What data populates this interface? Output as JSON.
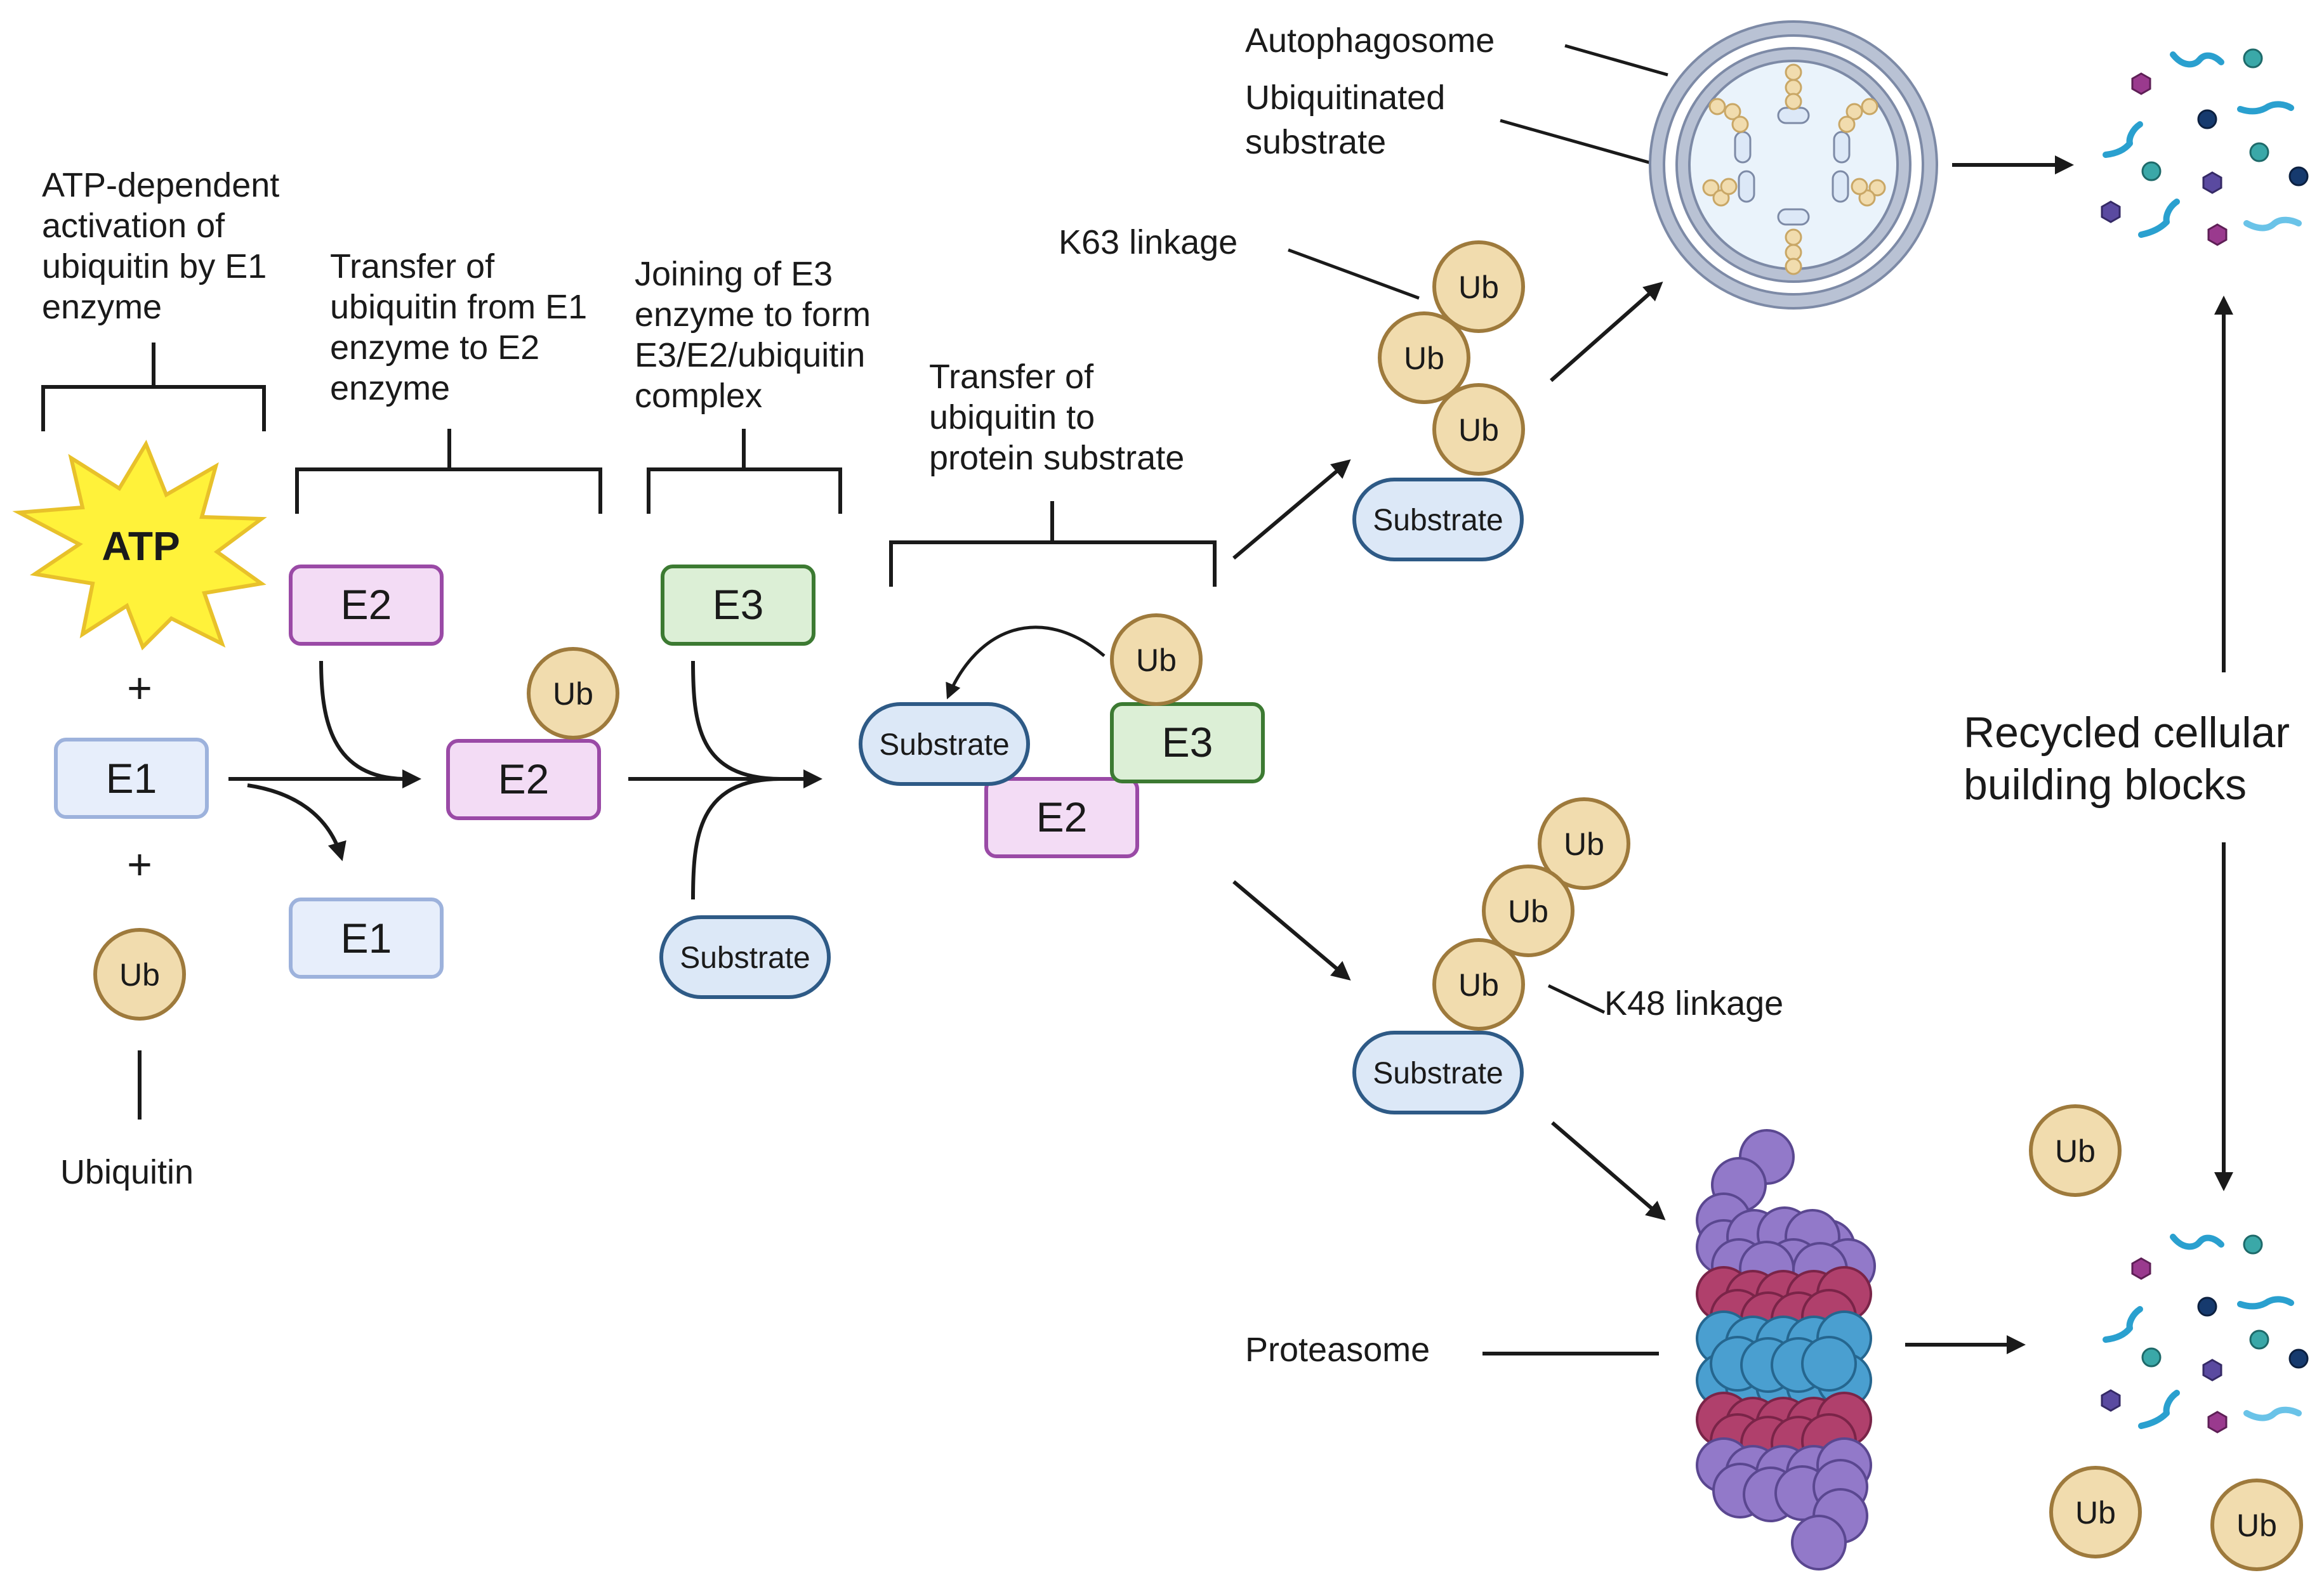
{
  "captions": {
    "atp_activation": [
      "ATP-dependent",
      "activation of",
      "ubiquitin by E1",
      "enzyme"
    ],
    "transfer_e1_e2": [
      "Transfer of",
      "ubiquitin from E1",
      "enzyme to E2",
      "enzyme"
    ],
    "joining_e3": [
      "Joining of E3",
      "enzyme to form",
      "E3/E2/ubiquitin",
      "complex"
    ],
    "transfer_substrate": [
      "Transfer of",
      "ubiquitin to",
      "protein substrate"
    ],
    "ubiquitin": "Ubiquitin",
    "k63": "K63 linkage",
    "k48": "K48 linkage",
    "autophagosome": "Autophagosome",
    "ubiquitinated_substrate": [
      "Ubiquitinated",
      "substrate"
    ],
    "proteasome": "Proteasome",
    "recycled": [
      "Recycled cellular",
      "building blocks"
    ]
  },
  "labels": {
    "atp": "ATP",
    "plus": "+",
    "e1": "E1",
    "e2": "E2",
    "e3": "E3",
    "ub": "Ub",
    "substrate": "Substrate"
  },
  "colors": {
    "e1_fill": "#e7eefb",
    "e1_stroke": "#9db2dc",
    "e2_fill": "#f3dcf5",
    "e2_stroke": "#9a4aa6",
    "e3_fill": "#dcefd6",
    "e3_stroke": "#3c7a32",
    "sub_fill": "#dce8f7",
    "sub_stroke": "#2e5a86",
    "ub_fill": "#f1dcae",
    "ub_stroke": "#9e7a3c",
    "atp_fill": "#fff23a",
    "atp_stroke": "#e8c12a",
    "proteasome_purple": "#9279c9",
    "proteasome_red": "#b0406c",
    "proteasome_blue": "#4a9fd0"
  }
}
